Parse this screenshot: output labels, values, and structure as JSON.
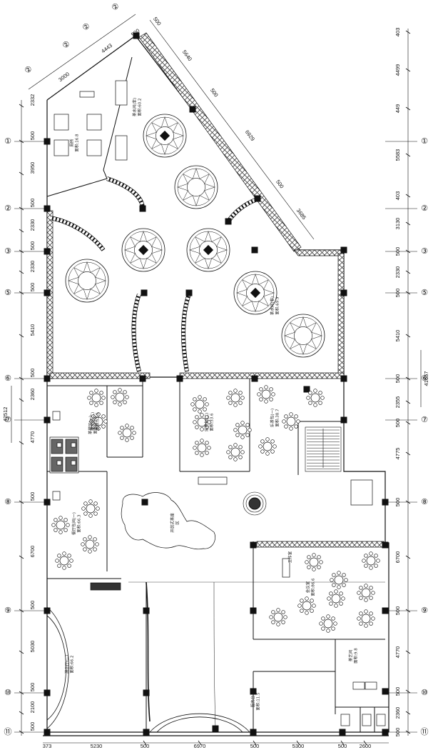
{
  "row_axes": [
    "①",
    "②",
    "③",
    "⑤",
    "⑥",
    "⑦",
    "⑧",
    "⑨",
    "⑩",
    "⑪"
  ],
  "col_axes_top": [
    "②",
    "②",
    "②",
    "②"
  ],
  "left_dims": [
    "2332",
    "500",
    "3950",
    "500",
    "2330",
    "500",
    "2330",
    "500",
    "5410",
    "500",
    "2360",
    "4770",
    "500",
    "6700",
    "500",
    "5030",
    "500",
    "2100",
    "500"
  ],
  "left_total": "42512",
  "right_dims": [
    "403",
    "4499",
    "449",
    "5583",
    "403",
    "3130",
    "500",
    "2330",
    "500",
    "5410",
    "500",
    "2355",
    "500",
    "4775",
    "500",
    "6700",
    "500",
    "4770",
    "500",
    "2360",
    "500"
  ],
  "right_total": "41657",
  "bottom_dims": [
    "500",
    "6970",
    "500",
    "5300",
    "500",
    "2600"
  ],
  "bottom_extra": [
    "373",
    "5230"
  ],
  "diag_dims": [
    "500",
    "5640",
    "500",
    "6929",
    "500",
    "3685"
  ],
  "top_dims": [
    "500",
    "4443",
    "3000"
  ],
  "rooms": [
    {
      "line1": "厕所",
      "line2": "面积:16.8"
    },
    {
      "line1": "茶水间(非)",
      "line2": "面积:60.2"
    },
    {
      "line1": "茶水间(非)",
      "line2": "面积:69.9"
    },
    {
      "line1": "茶水间(二)",
      "line2": "面积:52.5"
    },
    {
      "line1": "餐厅包间(一)",
      "line2": "面积:66.3"
    },
    {
      "line1": "乐茶包(二)",
      "line2": "面积:33.6"
    },
    {
      "line1": "乐茶包(一)",
      "line2": "面积:38.7"
    },
    {
      "line1": "茶楼区(一)",
      "line2": "面积:32.5"
    },
    {
      "line1": "开放式茶座",
      "line2": "区"
    },
    {
      "line1": "会议室",
      "line2": "面积:86.6"
    },
    {
      "line1": "演示厅(二)",
      "line2": "面积:66.2"
    },
    {
      "line1": "服务台",
      "line2": "面积:11.5"
    },
    {
      "line1": "茶艺间",
      "line2": "面积:9.8"
    },
    {
      "line1": "工作室",
      "line2": ""
    }
  ]
}
